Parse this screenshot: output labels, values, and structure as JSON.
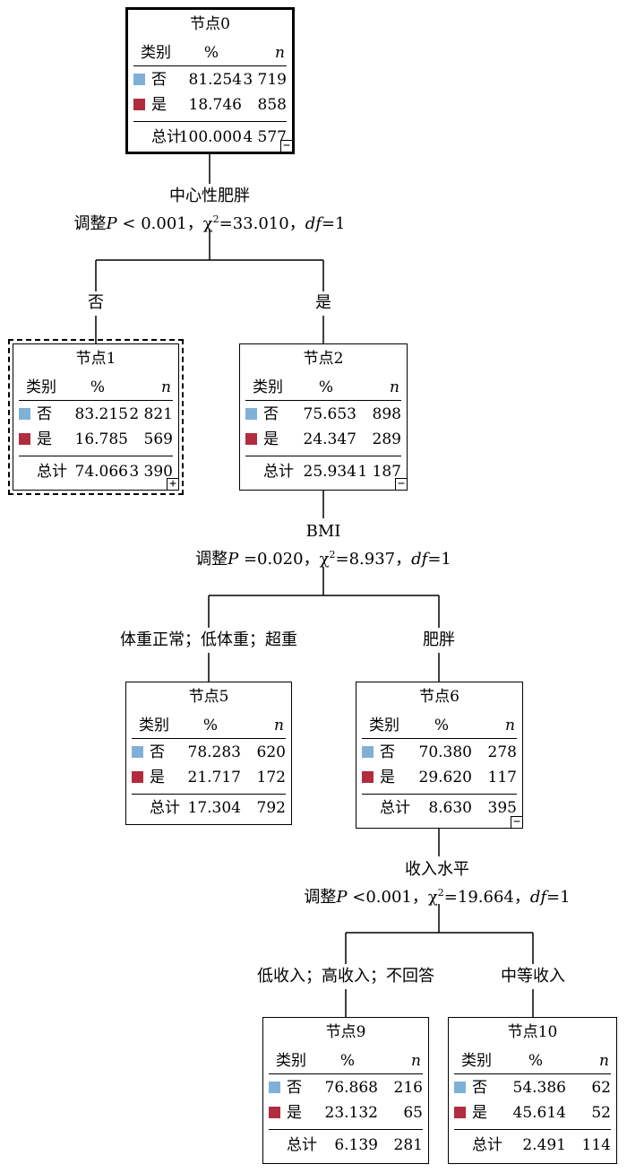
{
  "colors": {
    "no": "#7fb1d6",
    "yes": "#b22c3f"
  },
  "header": {
    "category": "类别",
    "percent": "%",
    "n": "n"
  },
  "total_label": "总计",
  "nodes": {
    "n0": {
      "title": "节点0",
      "no_label": "否",
      "no_pct": "81.254",
      "no_n": "3 719",
      "yes_label": "是",
      "yes_pct": "18.746",
      "yes_n": "858",
      "total_pct": "100.000",
      "total_n": "4 577",
      "toggle": "−"
    },
    "n1": {
      "title": "节点1",
      "no_label": "否",
      "no_pct": "83.215",
      "no_n": "2 821",
      "yes_label": "是",
      "yes_pct": "16.785",
      "yes_n": "569",
      "total_pct": "74.066",
      "total_n": "3 390",
      "toggle": "+"
    },
    "n2": {
      "title": "节点2",
      "no_label": "否",
      "no_pct": "75.653",
      "no_n": "898",
      "yes_label": "是",
      "yes_pct": "24.347",
      "yes_n": "289",
      "total_pct": "25.934",
      "total_n": "1 187",
      "toggle": "−"
    },
    "n5": {
      "title": "节点5",
      "no_label": "否",
      "no_pct": "78.283",
      "no_n": "620",
      "yes_label": "是",
      "yes_pct": "21.717",
      "yes_n": "172",
      "total_pct": "17.304",
      "total_n": "792"
    },
    "n6": {
      "title": "节点6",
      "no_label": "否",
      "no_pct": "70.380",
      "no_n": "278",
      "yes_label": "是",
      "yes_pct": "29.620",
      "yes_n": "117",
      "total_pct": "8.630",
      "total_n": "395",
      "toggle": "−"
    },
    "n9": {
      "title": "节点9",
      "no_label": "否",
      "no_pct": "76.868",
      "no_n": "216",
      "yes_label": "是",
      "yes_pct": "23.132",
      "yes_n": "65",
      "total_pct": "6.139",
      "total_n": "281"
    },
    "n10": {
      "title": "节点10",
      "no_label": "否",
      "no_pct": "54.386",
      "no_n": "62",
      "yes_label": "是",
      "yes_pct": "45.614",
      "yes_n": "52",
      "total_pct": "2.491",
      "total_n": "114"
    }
  },
  "splits": {
    "s0": {
      "variable": "中心性肥胖",
      "adj": "调整",
      "p_sym": "P",
      "p_val": " < 0.001，χ",
      "chi_sup": "2",
      "chi_val": "=33.010，",
      "df_sym": "df",
      "df_val": "=1"
    },
    "s2": {
      "variable": "BMI",
      "adj": "调整",
      "p_sym": "P",
      "p_val": " =0.020，χ",
      "chi_sup": "2",
      "chi_val": "=8.937，",
      "df_sym": "df",
      "df_val": "=1"
    },
    "s6": {
      "variable": "收入水平",
      "adj": "调整",
      "p_sym": "P",
      "p_val": " <0.001，χ",
      "chi_sup": "2",
      "chi_val": "=19.664，",
      "df_sym": "df",
      "df_val": "=1"
    }
  },
  "branches": {
    "b1": "否",
    "b2": "是",
    "b5": "体重正常；低体重；超重",
    "b6": "肥胖",
    "b9": "低收入；高收入；不回答",
    "b10": "中等收入"
  }
}
